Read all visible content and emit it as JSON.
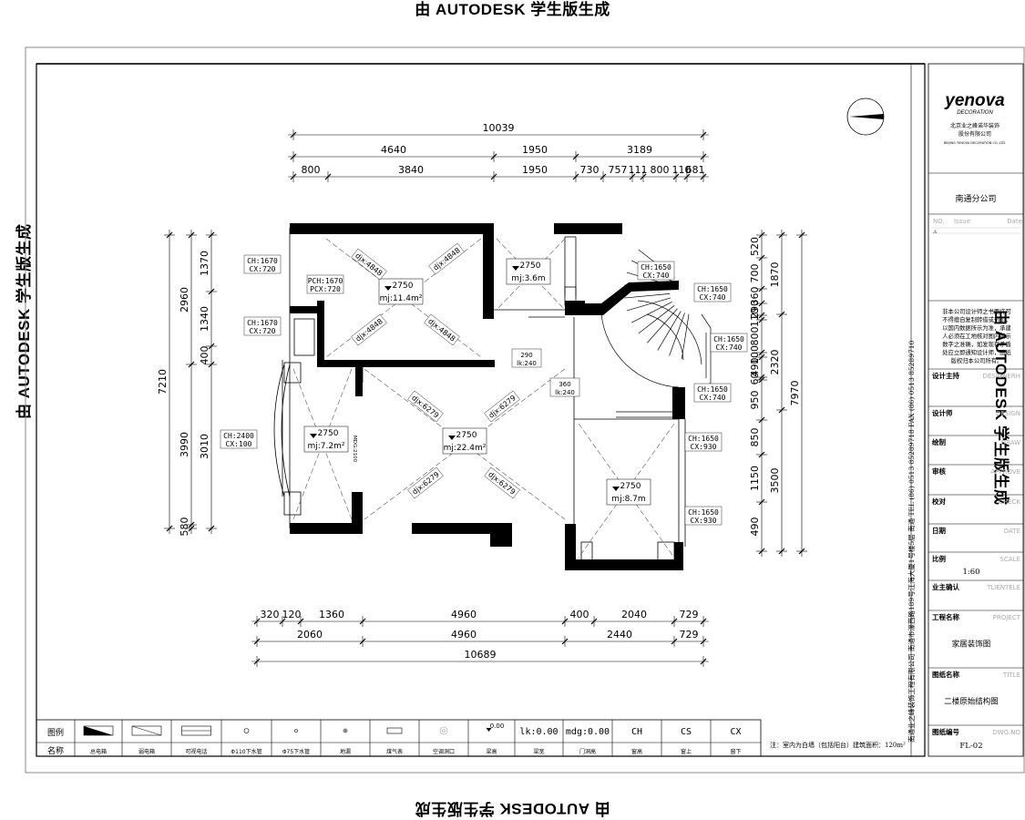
{
  "watermark": "由 AUTODESK 学生版生成",
  "company": {
    "logo": "yenova",
    "logo_sub": "DECORATION",
    "name_cn": "北京业之峰诺华装饰股份有限公司",
    "name_en": "BEIJING YENOVA DECORATION CO.,LTD.",
    "branch": "南通分公司"
  },
  "title_block": {
    "no_header": [
      "NO.",
      "Issue",
      "Date"
    ],
    "notice": "非本公司设计师之书面许可不得擅自复制转借或刊印，以国内数据所示为准，承建人必须在工地核对图内所示数字之准确，如发现有矛盾处应立即通知设计师，图纸版权归本公司所有。",
    "address_vertical": "南通业之峰装饰工程有限公司  南通市濠西路189号江海大厦1号楼5层  南通  TEL (86) 0513 85289718  FAX (86) 0513 85289710",
    "rows": [
      {
        "cn": "设计主持",
        "en": "DESIGNERH",
        "value": ""
      },
      {
        "cn": "设计师",
        "en": "DESIGN",
        "value": ""
      },
      {
        "cn": "绘制",
        "en": "DRAW",
        "value": ""
      },
      {
        "cn": "审核",
        "en": "APPROVE",
        "value": ""
      },
      {
        "cn": "校对",
        "en": "CHECK",
        "value": ""
      },
      {
        "cn": "日期",
        "en": "DATE",
        "value": ""
      },
      {
        "cn": "比例",
        "en": "SCALE",
        "value": "1:60"
      },
      {
        "cn": "业主确认",
        "en": "TLIENTELE",
        "value": ""
      },
      {
        "cn": "工程名称",
        "en": "PROJECT",
        "value": "家居装饰图"
      },
      {
        "cn": "图纸名称",
        "en": "TITLE",
        "value": "二楼原始结构图"
      },
      {
        "cn": "图纸编号",
        "en": "DWG.NO",
        "value": "FL-02"
      }
    ]
  },
  "legend": {
    "header_row_label": "图例",
    "name_row_label": "名称",
    "items": [
      {
        "symbol": "box-tri",
        "name": "总电箱"
      },
      {
        "symbol": "box-diag",
        "name": "弱电箱"
      },
      {
        "symbol": "box-lines",
        "name": "可视电话"
      },
      {
        "symbol": "circle",
        "name": "Φ110下水管"
      },
      {
        "symbol": "circle-sm",
        "name": "Φ75下水管"
      },
      {
        "symbol": "dot",
        "name": "地漏"
      },
      {
        "symbol": "rect-txt",
        "name": "煤气表"
      },
      {
        "symbol": "circle-ring",
        "name": "空调洞口"
      },
      {
        "symbol": "height-mark",
        "symbol_text": "0.00",
        "name": "梁高"
      },
      {
        "symbol": "text",
        "symbol_text": "lk:0.00",
        "name": "梁宽"
      },
      {
        "symbol": "text",
        "symbol_text": "mdg:0.00",
        "name": "门洞高"
      },
      {
        "symbol": "text",
        "symbol_text": "CH",
        "name": "窗高"
      },
      {
        "symbol": "text",
        "symbol_text": "CS",
        "name": "窗上"
      },
      {
        "symbol": "text",
        "symbol_text": "CX",
        "name": "窗下"
      }
    ],
    "note": "注：室内为白墙（包括阳台）建筑面积：120m²"
  },
  "dimensions": {
    "top_total": "10039",
    "top_row1": [
      "4640",
      "1950",
      "3189"
    ],
    "top_row2": [
      "800",
      "3840",
      "1950",
      "730",
      "757",
      "111",
      "800",
      "110",
      "681"
    ],
    "bottom_row1": [
      "320",
      "120",
      "1360",
      "4960",
      "400",
      "2040",
      "729"
    ],
    "bottom_row2": [
      "2060",
      "4960",
      "2440",
      "729"
    ],
    "bottom_total": "10689",
    "left_total": "7210",
    "left_row1": [
      "2960",
      "3990",
      "580"
    ],
    "left_row2": [
      "1370",
      "1340",
      "400",
      "3010"
    ],
    "right_total": "7970",
    "right_row1": [
      "1870",
      "2320",
      "3500"
    ],
    "right_row2": [
      "520",
      "700",
      "360",
      "290",
      "110",
      "800",
      "100",
      "490",
      "60",
      "950",
      "850",
      "1150",
      "490"
    ]
  },
  "rooms": [
    {
      "height": "2750",
      "area": "mj:11.4m²"
    },
    {
      "height": "2750",
      "area": "mj:3.6m"
    },
    {
      "height": "2750",
      "area": "mj:7.2m²"
    },
    {
      "height": "2750",
      "area": "mj:22.4m²"
    },
    {
      "height": "2750",
      "area": "mj:8.7m"
    }
  ],
  "diagonals": [
    "djx:4848",
    "djx:4848",
    "djx:4848",
    "djx:4848",
    "djx:6279",
    "djx:6279",
    "djx:6279",
    "djx:6279"
  ],
  "window_tags": [
    [
      "CH:1670",
      "CX:720"
    ],
    [
      "CH:1670",
      "CX:720"
    ],
    [
      "PCH:1670",
      "PCX:720"
    ],
    [
      "CH:2400",
      "CX:100"
    ],
    [
      "CH:1650",
      "CX:740"
    ],
    [
      "CH:1650",
      "CX:740"
    ],
    [
      "CH:1650",
      "CX:740"
    ],
    [
      "CH:1650",
      "CX:740"
    ],
    [
      "CH:1650",
      "CX:930"
    ],
    [
      "CH:1650",
      "CX:930"
    ]
  ],
  "beam_tags": [
    [
      "290",
      "lk:240"
    ],
    [
      "360",
      "lk:240"
    ]
  ],
  "misc_label": "MDG:2100"
}
